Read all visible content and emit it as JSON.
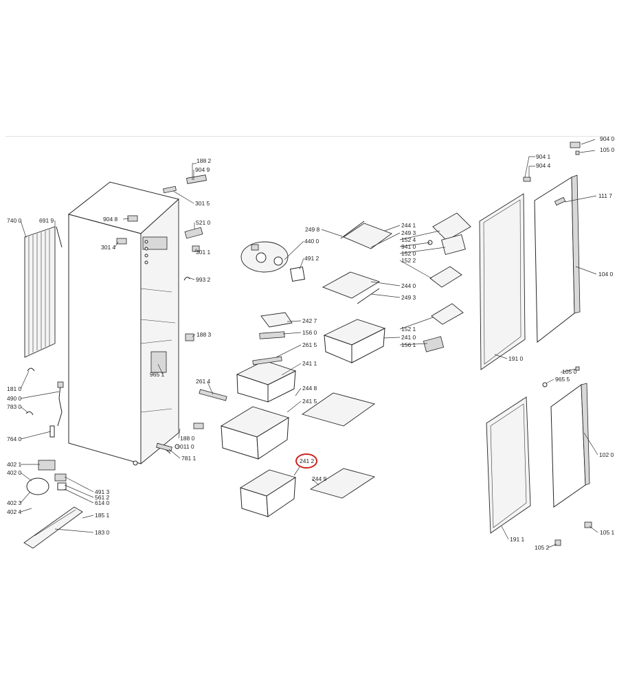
{
  "diagram": {
    "highlight_color": "#d0201c",
    "highlighted_label": "241 2",
    "labels": {
      "l9040a": "904 0",
      "l1050a": "105 0",
      "l9041": "904 1",
      "l9044": "904 4",
      "l1117": "111 7",
      "l1040": "104 0",
      "l1910": "191 0",
      "l1050b": "105 0",
      "l9655": "965 5",
      "l1020": "102 0",
      "l1911": "191 1",
      "l1051": "105 1",
      "l1052": "105 2",
      "l1882a": "188 2",
      "l9049": "904 9",
      "l3015": "301 5",
      "l9048": "904 8",
      "l5210": "521 0",
      "l3014": "301 4",
      "l3011": "301 1",
      "l9932": "993 2",
      "l1883": "188 3",
      "l9651": "965 1",
      "l2614": "261 4",
      "l1880": "188 0",
      "l0110": "011 0",
      "l7811": "781 1",
      "l7400": "740 0",
      "l6919": "691 9",
      "l1810": "181 0",
      "l4900": "490 0",
      "l7830": "783 0",
      "l7640": "764 0",
      "l4021": "402 1",
      "l4020": "402 0",
      "l4023": "402 3",
      "l4024": "402 4",
      "l4913": "491 3",
      "l5612": "561 2",
      "l6140": "614 0",
      "l1851": "185 1",
      "l1830": "183 0",
      "l2498": "249 8",
      "l4400": "440 0",
      "l4912": "491 2",
      "l2441": "244 1",
      "l2493a": "249 3",
      "l1524": "152 4",
      "l9410": "941 0",
      "l1520": "152 0",
      "l1522": "152 2",
      "l2440": "244 0",
      "l2493b": "249 3",
      "l2427": "242 7",
      "l1560": "156 0",
      "l2615": "261 5",
      "l1521": "152 1",
      "l2410": "241 0",
      "l1561": "156 1",
      "l2411": "241 1",
      "l2448": "244 8",
      "l2415": "241 5",
      "l2412": "241 2",
      "l2449": "244 9"
    }
  }
}
